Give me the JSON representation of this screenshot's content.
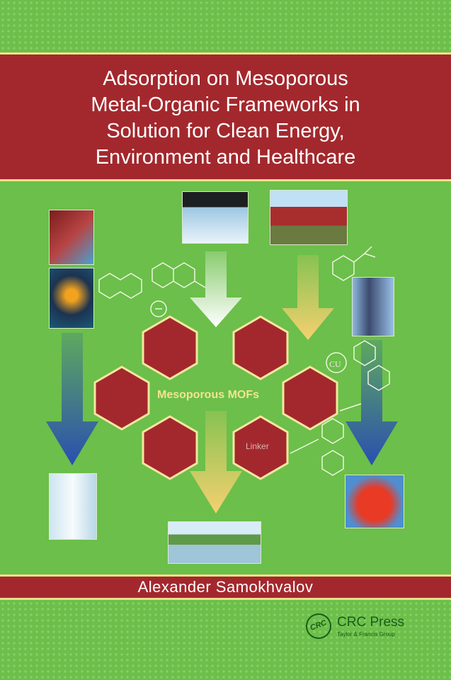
{
  "cover": {
    "title_lines": [
      "Adsorption on Mesoporous",
      "Metal-Organic Frameworks in",
      "Solution for Clean Energy,",
      "Environment and Healthcare"
    ],
    "author": "Alexander Samokhvalov",
    "center_label": "Mesoporous MOFs",
    "hex_label": "Linker",
    "publisher": {
      "name": "CRC Press",
      "logo_text": "CRC",
      "subtitle": "Taylor & Francis Group"
    }
  },
  "colors": {
    "background": "#6bbf4a",
    "banner": "#a3282d",
    "hexagon": "#a3282d",
    "accent": "#f0e08a",
    "arrow_blue": "#2a4fb0",
    "arrow_yellow": "#f5d070"
  }
}
